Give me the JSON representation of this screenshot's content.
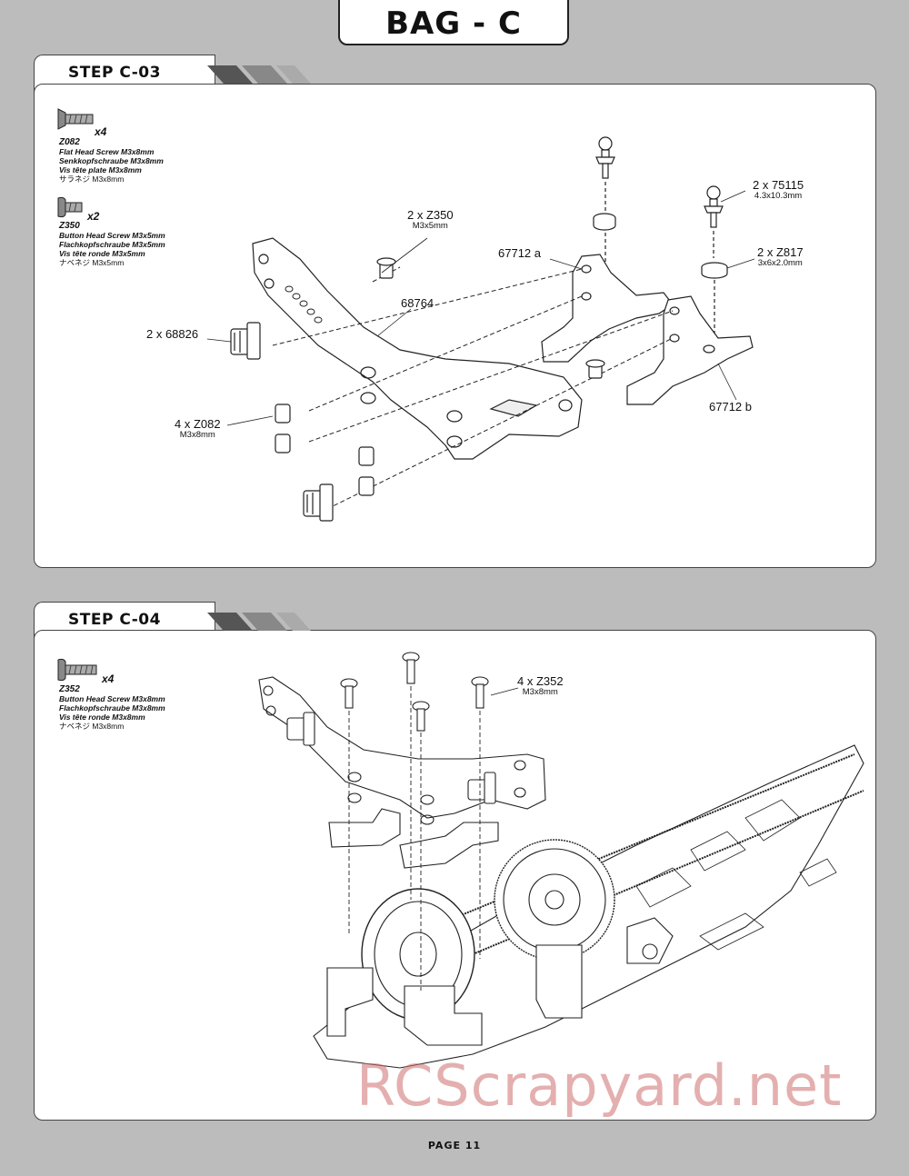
{
  "header": {
    "title": "BAG - C"
  },
  "step1": {
    "title": "STEP C-03",
    "legend": [
      {
        "qty": "x4",
        "code": "Z082",
        "lines": [
          "Flat Head Screw M3x8mm",
          "Senkkopfschraube M3x8mm",
          "Vis tête plate M3x8mm"
        ],
        "jp": "サラネジ M3x8mm"
      },
      {
        "qty": "x2",
        "code": "Z350",
        "lines": [
          "Button Head Screw M3x5mm",
          "Flachkopfschraube M3x5mm",
          "Vis tête ronde M3x5mm"
        ],
        "jp": "ナベネジ M3x5mm"
      }
    ],
    "callouts": {
      "z350": {
        "main": "2 x Z350",
        "sub": "M3x5mm"
      },
      "p68764": {
        "main": "68764"
      },
      "p68826": {
        "main": "2 x 68826"
      },
      "z082": {
        "main": "4 x Z082",
        "sub": "M3x8mm"
      },
      "p67712a": {
        "main": "67712 a"
      },
      "p67712b": {
        "main": "67712 b"
      },
      "p75115": {
        "main": "2 x 75115",
        "sub": "4.3x10.3mm"
      },
      "z817": {
        "main": "2 x Z817",
        "sub": "3x6x2.0mm"
      }
    }
  },
  "step2": {
    "title": "STEP C-04",
    "legend": [
      {
        "qty": "x4",
        "code": "Z352",
        "lines": [
          "Button Head Screw M3x8mm",
          "Flachkopfschraube M3x8mm",
          "Vis tête ronde M3x8mm"
        ],
        "jp": "ナベネジ M3x8mm"
      }
    ],
    "callouts": {
      "z352": {
        "main": "4 x Z352",
        "sub": "M3x8mm"
      }
    }
  },
  "footer": {
    "page": "PAGE 11"
  },
  "watermark": "RCScrapyard.net",
  "colors": {
    "background": "#bcbcbc",
    "panel": "#ffffff",
    "line": "#222222",
    "watermark": "#cd6e6e"
  }
}
